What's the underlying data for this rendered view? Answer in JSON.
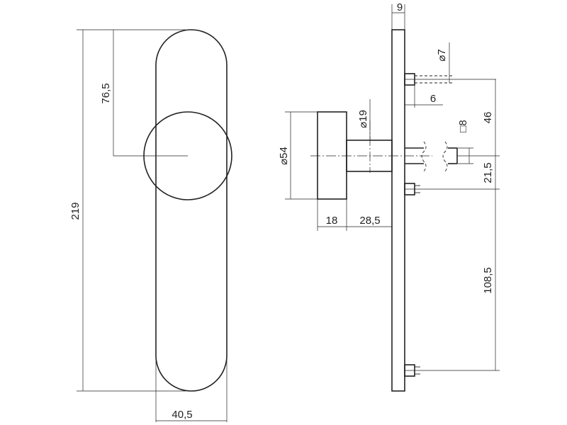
{
  "dimensions": {
    "height_total": "219",
    "handle_offset": "76,5",
    "plate_width": "40,5",
    "plate_thickness": "9",
    "knob_diameter": "54",
    "neck_diameter": "19",
    "knob_depth": "18",
    "neck_length": "28,5",
    "screw_diameter": "7",
    "screw_length": "6",
    "spindle_square": "8",
    "upper_distance": "46",
    "spindle_to_screw": "21,5",
    "lower_distance": "108,5"
  },
  "symbols": {
    "diameter": "⌀",
    "square": "□"
  },
  "colors": {
    "line": "#222222",
    "background": "#ffffff"
  }
}
